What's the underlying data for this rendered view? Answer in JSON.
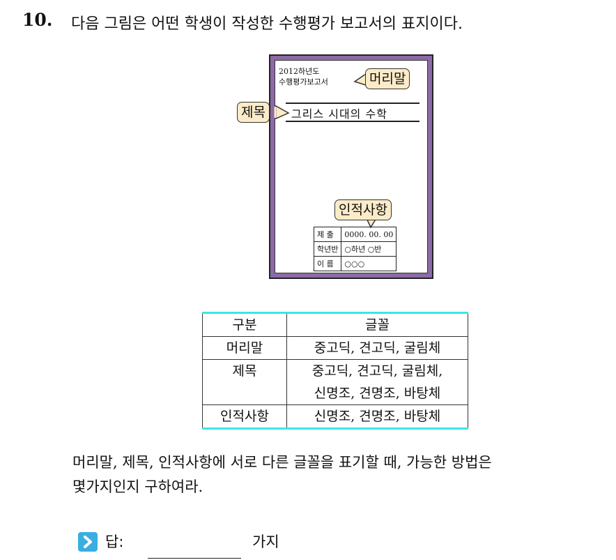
{
  "question": {
    "number": "10.",
    "prompt": "다음 그림은 어떤 학생이 작성한 수행평가 보고서의 표지이다."
  },
  "cover": {
    "header_line1": "2012하년도",
    "header_line2": "수행평가보고서",
    "callout_header": "머리말",
    "callout_title": "제목",
    "title_text": "그리스 시대의 수학",
    "callout_info": "인적사항",
    "info_rows": [
      {
        "label": "제 출",
        "value": "0000. 00. 00"
      },
      {
        "label": "학년반",
        "value": "○하년 ○반"
      },
      {
        "label": "이 름",
        "value": "○○○"
      }
    ]
  },
  "font_table": {
    "headers": [
      "구분",
      "글꼴"
    ],
    "rows": [
      {
        "category": "머리말",
        "fonts": [
          "중고딕, 견고딕, 굴림체"
        ]
      },
      {
        "category": "제목",
        "fonts": [
          "중고딕, 견고딕, 굴림체,",
          "신명조, 견명조, 바탕체"
        ]
      },
      {
        "category": "인적사항",
        "fonts": [
          "신명조, 견명조, 바탕체"
        ]
      }
    ]
  },
  "instruction": {
    "line1": "머리말, 제목, 인적사항에 서로 다른 글꼴을 표기할 때, 가능한 방법은",
    "line2": "몇가지인지 구하여라."
  },
  "answer": {
    "icon": "chevron-right-icon",
    "label": "답:",
    "unit": "가지"
  },
  "colors": {
    "cover_border": "#8c6aa6",
    "callout_fill": "#fcebc8",
    "table_rule": "#3fe3e8",
    "answer_icon": "#3aaee0"
  }
}
